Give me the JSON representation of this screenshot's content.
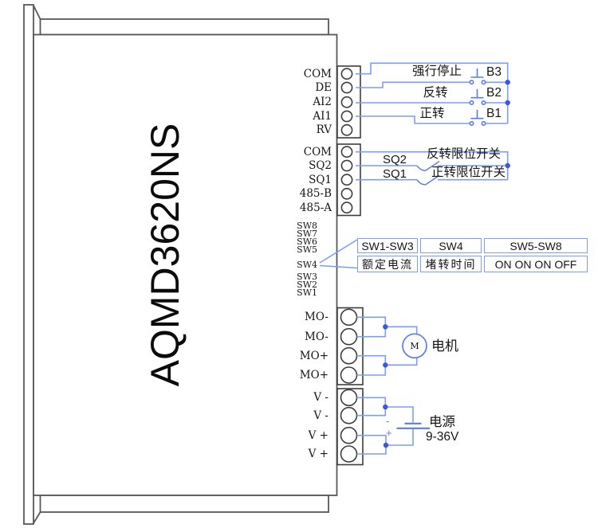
{
  "model": "AQMD3620NS",
  "colors": {
    "wire": "#7e9cf3",
    "junction": "#3a57df",
    "device_outline": "#575757",
    "block_outline": "#3d3d3d",
    "accent_blue": "#5b7ce8",
    "text": "#151515"
  },
  "terminals": {
    "control": [
      "COM",
      "DE",
      "AI2",
      "AI1",
      "RV"
    ],
    "signal": [
      "COM",
      "SQ2",
      "SQ1",
      "485-B",
      "485-A"
    ],
    "dip": [
      "SW8",
      "SW7",
      "SW6",
      "SW5",
      "SW4",
      "SW3",
      "SW2",
      "SW1"
    ],
    "motor_out": [
      "MO-",
      "MO-",
      "MO+",
      "MO+"
    ],
    "power_in": [
      "V -",
      "V -",
      "V +",
      "V +"
    ]
  },
  "buttons": [
    {
      "label": "强行停止",
      "id": "B3"
    },
    {
      "label": "反转",
      "id": "B2"
    },
    {
      "label": "正转",
      "id": "B1"
    }
  ],
  "limit_switches": [
    {
      "id": "SQ2",
      "label": "反转限位开关"
    },
    {
      "id": "SQ1",
      "label": "正转限位开关"
    }
  ],
  "dip_table": {
    "headers": [
      "SW1-SW3",
      "SW4",
      "SW5-SW8"
    ],
    "values": [
      "额定电流",
      "堵转时间",
      "ON ON ON OFF"
    ]
  },
  "motor": {
    "symbol": "M",
    "label": "电机"
  },
  "power": {
    "minus": "-",
    "plus": "+",
    "label": "电源",
    "voltage": "9-36V"
  }
}
